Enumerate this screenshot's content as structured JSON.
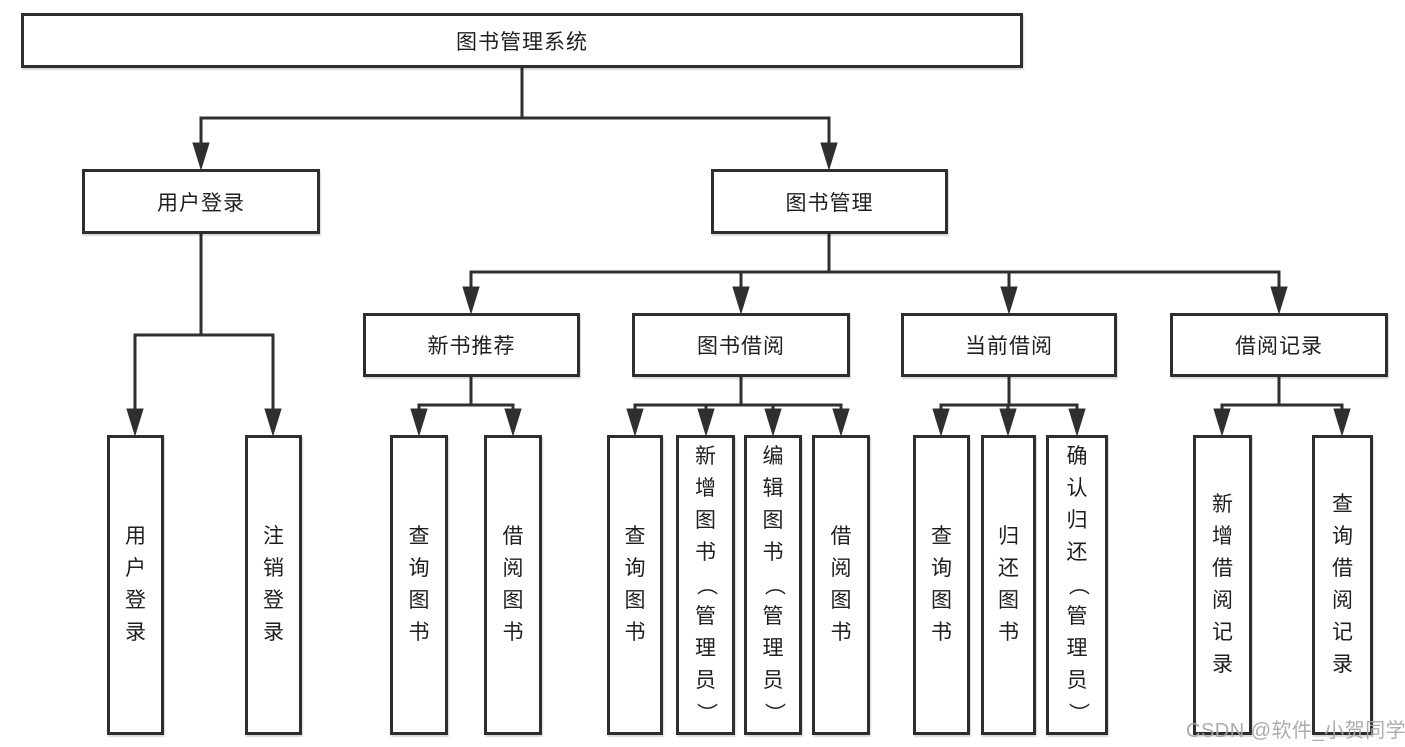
{
  "nodes": {
    "root": {
      "label": "图书管理系统"
    },
    "level2": [
      {
        "label": "用户登录"
      },
      {
        "label": "图书管理"
      }
    ],
    "level3": [
      {
        "label": "新书推荐"
      },
      {
        "label": "图书借阅"
      },
      {
        "label": "当前借阅"
      },
      {
        "label": "借阅记录"
      }
    ],
    "leaves": [
      {
        "label": "用户登录"
      },
      {
        "label": "注销登录"
      },
      {
        "label": "查询图书"
      },
      {
        "label": "借阅图书"
      },
      {
        "label": "查询图书"
      },
      {
        "label": "新增图书（管理员）"
      },
      {
        "label": "编辑图书（管理员）"
      },
      {
        "label": "借阅图书"
      },
      {
        "label": "查询图书"
      },
      {
        "label": "归还图书"
      },
      {
        "label": "确认归还（管理员）"
      },
      {
        "label": "新增借阅记录"
      },
      {
        "label": "查询借阅记录"
      }
    ]
  },
  "watermark": "CSDN @软件_小贺同学",
  "colors": {
    "line": "#2f2f2f",
    "box_border": "#2e2e2e",
    "text": "#1f1f1f",
    "watermark": "#a8a8a8",
    "background": "#ffffff"
  }
}
